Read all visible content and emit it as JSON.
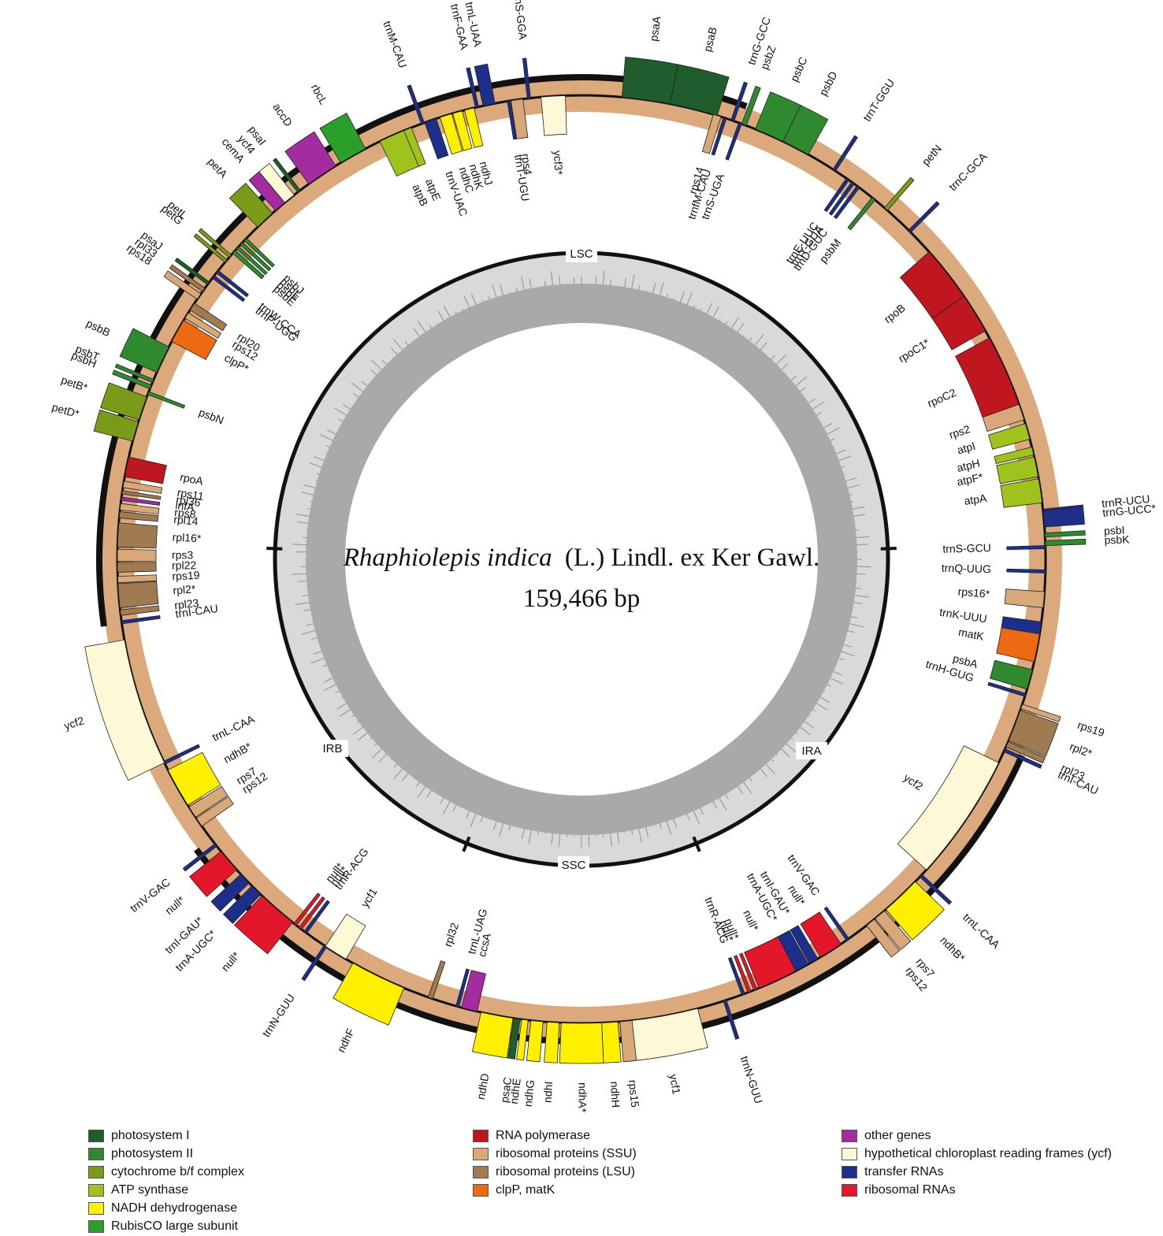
{
  "title": {
    "species": "Rhaphiolepis indica",
    "authority": "(L.) Lindl. ex Ker Gawl.",
    "size": "159,466 bp"
  },
  "regions": [
    "LSC",
    "IRA",
    "SSC",
    "IRB"
  ],
  "colors": {
    "ps1": "#1f5e2c",
    "ps2": "#2f8a2f",
    "cytb6f": "#7a9a1a",
    "atp": "#9fc21c",
    "ndh": "#fff000",
    "rbcl": "#2aa02a",
    "rpo": "#c0161f",
    "ssu": "#d9a878",
    "lsu": "#a07a50",
    "clp": "#ee6a12",
    "other": "#a52ba0",
    "ycf": "#fff8d6",
    "trna": "#1d2f8a",
    "rrna": "#e4162a",
    "backbone": "#dba97b"
  },
  "legend": {
    "col1": [
      {
        "label": "photosystem I",
        "color": "#1f5e2c"
      },
      {
        "label": "photosystem II",
        "color": "#2f8a2f"
      },
      {
        "label": "cytochrome b/f complex",
        "color": "#7a9a1a"
      },
      {
        "label": "ATP synthase",
        "color": "#9fc21c"
      },
      {
        "label": "NADH dehydrogenase",
        "color": "#fff000"
      },
      {
        "label": "RubisCO large subunit",
        "color": "#2aa02a"
      }
    ],
    "col2": [
      {
        "label": "RNA polymerase",
        "color": "#c0161f"
      },
      {
        "label": "ribosomal proteins (SSU)",
        "color": "#d9a878"
      },
      {
        "label": "ribosomal proteins (LSU)",
        "color": "#a07a50"
      },
      {
        "label": "clpP, matK",
        "color": "#ee6a12"
      }
    ],
    "col3": [
      {
        "label": "other genes",
        "color": "#a52ba0"
      },
      {
        "label": "hypothetical chloroplast reading frames (ycf)",
        "color": "#fff8d6"
      },
      {
        "label": "transfer RNAs",
        "color": "#1d2f8a"
      },
      {
        "label": "ribosomal RNAs",
        "color": "#e4162a"
      }
    ]
  },
  "genes": [
    {
      "label": "psaA",
      "angle": 8,
      "span": 6,
      "side": "out",
      "cat": "ps1"
    },
    {
      "label": "psaB",
      "angle": 14,
      "span": 6,
      "side": "out",
      "cat": "ps1"
    },
    {
      "label": "rps14",
      "angle": 17,
      "span": 1,
      "side": "in",
      "cat": "ssu"
    },
    {
      "label": "trnfM-CAU",
      "angle": 18,
      "span": 0.4,
      "side": "in",
      "cat": "trna"
    },
    {
      "label": "trnS-UGA",
      "angle": 20,
      "span": 0.4,
      "side": "in",
      "cat": "trna"
    },
    {
      "label": "trnG-GCC",
      "angle": 19,
      "span": 0.4,
      "side": "out",
      "cat": "trna"
    },
    {
      "label": "psbZ",
      "angle": 20.5,
      "span": 0.6,
      "side": "out",
      "cat": "ps2"
    },
    {
      "label": "psbC",
      "angle": 24,
      "span": 4,
      "side": "out",
      "cat": "ps2"
    },
    {
      "label": "psbD",
      "angle": 27.5,
      "span": 3.5,
      "side": "out",
      "cat": "ps2"
    },
    {
      "label": "trnT-GGU",
      "angle": 33,
      "span": 0.4,
      "side": "out",
      "cat": "trna"
    },
    {
      "label": "trnE-UUC",
      "angle": 35,
      "span": 0.4,
      "side": "in",
      "cat": "trna"
    },
    {
      "label": "trnY-GUA",
      "angle": 35.8,
      "span": 0.4,
      "side": "in",
      "cat": "trna"
    },
    {
      "label": "trnD-GUC",
      "angle": 36.6,
      "span": 0.4,
      "side": "in",
      "cat": "trna"
    },
    {
      "label": "psbM",
      "angle": 39,
      "span": 0.5,
      "side": "in",
      "cat": "ps2"
    },
    {
      "label": "petN",
      "angle": 41,
      "span": 0.5,
      "side": "out",
      "cat": "cytb6f"
    },
    {
      "label": "trnC-GCA",
      "angle": 45,
      "span": 0.4,
      "side": "out",
      "cat": "trna"
    },
    {
      "label": "rpoB",
      "angle": 52,
      "span": 7,
      "side": "in",
      "cat": "rpo"
    },
    {
      "label": "rpoC1*",
      "angle": 58,
      "span": 5,
      "side": "in",
      "cat": "rpo"
    },
    {
      "label": "rpoC2",
      "angle": 66,
      "span": 9,
      "side": "in",
      "cat": "rpo"
    },
    {
      "label": "rps2",
      "angle": 71.5,
      "span": 2,
      "side": "in",
      "cat": "ssu"
    },
    {
      "label": "atpI",
      "angle": 74,
      "span": 2,
      "side": "in",
      "cat": "atp"
    },
    {
      "label": "atpH",
      "angle": 76.5,
      "span": 1,
      "side": "in",
      "cat": "atp"
    },
    {
      "label": "atpF*",
      "angle": 78.5,
      "span": 2.5,
      "side": "in",
      "cat": "atp"
    },
    {
      "label": "atpA",
      "angle": 81.5,
      "span": 3,
      "side": "in",
      "cat": "atp"
    },
    {
      "label": "trnR-UCU",
      "angle": 84,
      "span": 0.4,
      "side": "out",
      "cat": "trna"
    },
    {
      "label": "trnG-UCC*",
      "angle": 85,
      "span": 2,
      "side": "out",
      "cat": "trna"
    },
    {
      "label": "psbI",
      "angle": 87,
      "span": 0.5,
      "side": "out",
      "cat": "ps2"
    },
    {
      "label": "psbK",
      "angle": 88,
      "span": 0.6,
      "side": "out",
      "cat": "ps2"
    },
    {
      "label": "trnS-GCU",
      "angle": 88.5,
      "span": 0.4,
      "side": "in",
      "cat": "trna"
    },
    {
      "label": "trnQ-UUG",
      "angle": 91.5,
      "span": 0.4,
      "side": "in",
      "cat": "trna"
    },
    {
      "label": "rps16*",
      "angle": 95,
      "span": 2,
      "side": "in",
      "cat": "ssu"
    },
    {
      "label": "trnK-UUU",
      "angle": 98.5,
      "span": 1.5,
      "side": "in",
      "cat": "trna"
    },
    {
      "label": "matK",
      "angle": 101,
      "span": 3.5,
      "side": "in",
      "cat": "clp"
    },
    {
      "label": "psbA",
      "angle": 105,
      "span": 2.5,
      "side": "in",
      "cat": "ps2"
    },
    {
      "label": "trnH-GUG",
      "angle": 107,
      "span": 0.4,
      "side": "in",
      "cat": "trna"
    },
    {
      "label": "rps19",
      "angle": 108.5,
      "span": 0.6,
      "side": "out",
      "cat": "ssu"
    },
    {
      "label": "rpl2*",
      "angle": 111,
      "span": 4,
      "side": "out",
      "cat": "lsu"
    },
    {
      "label": "rpl23",
      "angle": 113.5,
      "span": 0.7,
      "side": "out",
      "cat": "lsu"
    },
    {
      "label": "trnI-CAU",
      "angle": 114.3,
      "span": 0.4,
      "side": "out",
      "cat": "trna"
    },
    {
      "label": "ycf2",
      "angle": 124,
      "span": 16,
      "side": "in",
      "cat": "ycf"
    },
    {
      "label": "trnL-CAA",
      "angle": 133,
      "span": 0.4,
      "side": "out",
      "cat": "trna"
    },
    {
      "label": "ndhB*",
      "angle": 136.5,
      "span": 5,
      "side": "out",
      "cat": "ndh"
    },
    {
      "label": "rps7",
      "angle": 140,
      "span": 1.5,
      "side": "out",
      "cat": "ssu"
    },
    {
      "label": "rps12",
      "angle": 141.5,
      "span": 1.2,
      "side": "out",
      "cat": "ssu"
    },
    {
      "label": "trnV-GAC",
      "angle": 145,
      "span": 0.4,
      "side": "in",
      "cat": "trna"
    },
    {
      "label": "null*",
      "angle": 147.5,
      "span": 3,
      "side": "in",
      "cat": "rrna"
    },
    {
      "label": "trnI-GAU*",
      "angle": 150,
      "span": 1.2,
      "side": "in",
      "cat": "trna"
    },
    {
      "label": "trnA-UGC*",
      "angle": 152,
      "span": 2.5,
      "side": "in",
      "cat": "trna"
    },
    {
      "label": "null*",
      "angle": 155,
      "span": 5,
      "side": "in",
      "cat": "rrna"
    },
    {
      "label": "null*",
      "angle": 158,
      "span": 0.4,
      "side": "in",
      "cat": "rrna"
    },
    {
      "label": "null*",
      "angle": 158.8,
      "span": 0.4,
      "side": "in",
      "cat": "rrna"
    },
    {
      "label": "trnR-ACG",
      "angle": 159.6,
      "span": 0.4,
      "side": "in",
      "cat": "trna"
    },
    {
      "label": "trnN-GUU",
      "angle": 162,
      "span": 0.4,
      "side": "out",
      "cat": "trna"
    },
    {
      "label": "ycf1",
      "angle": 170,
      "span": 9,
      "side": "out",
      "cat": "ycf"
    },
    {
      "label": "rps15",
      "angle": 174.5,
      "span": 1.5,
      "side": "out",
      "cat": "ssu"
    },
    {
      "label": "ndhH",
      "angle": 176.5,
      "span": 2,
      "side": "out",
      "cat": "ndh"
    },
    {
      "label": "ndhA*",
      "angle": 180,
      "span": 5,
      "side": "out",
      "cat": "ndh"
    },
    {
      "label": "ndhI",
      "angle": 183.5,
      "span": 1.5,
      "side": "out",
      "cat": "ndh"
    },
    {
      "label": "ndhG",
      "angle": 185.5,
      "span": 1.5,
      "side": "out",
      "cat": "ndh"
    },
    {
      "label": "ndhE",
      "angle": 187,
      "span": 0.8,
      "side": "out",
      "cat": "ndh"
    },
    {
      "label": "psaC",
      "angle": 188,
      "span": 0.8,
      "side": "out",
      "cat": "ps1"
    },
    {
      "label": "ndhD",
      "angle": 190.5,
      "span": 4,
      "side": "out",
      "cat": "ndh"
    },
    {
      "label": "ccsA",
      "angle": 194,
      "span": 2,
      "side": "in",
      "cat": "other"
    },
    {
      "label": "trnL-UAG",
      "angle": 195.5,
      "span": 0.4,
      "side": "in",
      "cat": "trna"
    },
    {
      "label": "rpl32",
      "angle": 199,
      "span": 0.6,
      "side": "in",
      "cat": "lsu"
    },
    {
      "label": "ndhF",
      "angle": 206,
      "span": 7,
      "side": "out",
      "cat": "ndh"
    },
    {
      "label": "ycf1",
      "angle": 212,
      "span": 3,
      "side": "in",
      "cat": "ycf"
    },
    {
      "label": "trnN-GUU",
      "angle": 213.5,
      "span": 0.4,
      "side": "out",
      "cat": "trna"
    },
    {
      "label": "trnR-ACG",
      "angle": 216.5,
      "span": 0.4,
      "side": "in",
      "cat": "trna"
    },
    {
      "label": "null*",
      "angle": 217.3,
      "span": 0.4,
      "side": "in",
      "cat": "rrna"
    },
    {
      "label": "null*",
      "angle": 218.1,
      "span": 0.4,
      "side": "in",
      "cat": "rrna"
    },
    {
      "label": "null*",
      "angle": 221,
      "span": 5,
      "side": "out",
      "cat": "rrna"
    },
    {
      "label": "trnA-UGC*",
      "angle": 224.5,
      "span": 1.5,
      "side": "out",
      "cat": "trna"
    },
    {
      "label": "trnI-GAU*",
      "angle": 226.5,
      "span": 1.5,
      "side": "out",
      "cat": "trna"
    },
    {
      "label": "null*",
      "angle": 229.5,
      "span": 3,
      "side": "out",
      "cat": "rrna"
    },
    {
      "label": "trnV-GAC",
      "angle": 232,
      "span": 0.4,
      "side": "out",
      "cat": "trna"
    },
    {
      "label": "rps12",
      "angle": 235.5,
      "span": 1.2,
      "side": "in",
      "cat": "ssu"
    },
    {
      "label": "rps7",
      "angle": 237,
      "span": 1.5,
      "side": "in",
      "cat": "ssu"
    },
    {
      "label": "ndhB*",
      "angle": 240.5,
      "span": 5,
      "side": "in",
      "cat": "ndh"
    },
    {
      "label": "trnL-CAA",
      "angle": 244,
      "span": 0.4,
      "side": "in",
      "cat": "trna"
    },
    {
      "label": "ycf2",
      "angle": 252,
      "span": 16,
      "side": "out",
      "cat": "ycf"
    },
    {
      "label": "trnI-CAU",
      "angle": 262.2,
      "span": 0.4,
      "side": "in",
      "cat": "trna"
    },
    {
      "label": "rpl23",
      "angle": 263.4,
      "span": 0.7,
      "side": "in",
      "cat": "lsu"
    },
    {
      "label": "rpl2*",
      "angle": 265.5,
      "span": 3,
      "side": "in",
      "cat": "lsu"
    },
    {
      "label": "rps19",
      "angle": 267.5,
      "span": 0.8,
      "side": "in",
      "cat": "ssu"
    },
    {
      "label": "rpl22",
      "angle": 269,
      "span": 1.2,
      "side": "in",
      "cat": "lsu"
    },
    {
      "label": "rps3",
      "angle": 270.5,
      "span": 1.5,
      "side": "in",
      "cat": "ssu"
    },
    {
      "label": "rpl16*",
      "angle": 273,
      "span": 3,
      "side": "in",
      "cat": "lsu"
    },
    {
      "label": "rpl14",
      "angle": 275.5,
      "span": 0.8,
      "side": "in",
      "cat": "lsu"
    },
    {
      "label": "rps8",
      "angle": 276.5,
      "span": 0.8,
      "side": "in",
      "cat": "ssu"
    },
    {
      "label": "infA",
      "angle": 277.5,
      "span": 0.4,
      "side": "in",
      "cat": "other"
    },
    {
      "label": "rpl36",
      "angle": 278.3,
      "span": 0.4,
      "side": "in",
      "cat": "lsu"
    },
    {
      "label": "rps11",
      "angle": 279.3,
      "span": 0.8,
      "side": "in",
      "cat": "ssu"
    },
    {
      "label": "rpoA",
      "angle": 281.5,
      "span": 2.5,
      "side": "in",
      "cat": "rpo"
    },
    {
      "label": "petD*",
      "angle": 286,
      "span": 2.5,
      "side": "out",
      "cat": "cytb6f"
    },
    {
      "label": "petB*",
      "angle": 289,
      "span": 3,
      "side": "out",
      "cat": "cytb6f"
    },
    {
      "label": "psbN",
      "angle": 291,
      "span": 0.4,
      "side": "in",
      "cat": "ps2"
    },
    {
      "label": "psbH",
      "angle": 291.8,
      "span": 0.5,
      "side": "out",
      "cat": "ps2"
    },
    {
      "label": "psbT",
      "angle": 292.6,
      "span": 0.4,
      "side": "out",
      "cat": "ps2"
    },
    {
      "label": "psbB",
      "angle": 295.5,
      "span": 3.5,
      "side": "out",
      "cat": "ps2"
    },
    {
      "label": "clpP*",
      "angle": 299.5,
      "span": 3,
      "side": "in",
      "cat": "clp"
    },
    {
      "label": "rps12",
      "angle": 301.7,
      "span": 0.8,
      "side": "in",
      "cat": "ssu"
    },
    {
      "label": "rpl20",
      "angle": 303,
      "span": 1,
      "side": "in",
      "cat": "lsu"
    },
    {
      "label": "rps18",
      "angle": 304.5,
      "span": 0.8,
      "side": "out",
      "cat": "ssu"
    },
    {
      "label": "rpl33",
      "angle": 305.5,
      "span": 0.5,
      "side": "out",
      "cat": "lsu"
    },
    {
      "label": "psaJ",
      "angle": 306.5,
      "span": 0.4,
      "side": "out",
      "cat": "ps1"
    },
    {
      "label": "trnP-UGG",
      "angle": 307.5,
      "span": 0.4,
      "side": "in",
      "cat": "trna"
    },
    {
      "label": "trnW-CCA",
      "angle": 308.3,
      "span": 0.4,
      "side": "in",
      "cat": "trna"
    },
    {
      "label": "petG",
      "angle": 310,
      "span": 0.4,
      "side": "out",
      "cat": "cytb6f"
    },
    {
      "label": "petL",
      "angle": 310.8,
      "span": 0.4,
      "side": "out",
      "cat": "cytb6f"
    },
    {
      "label": "psbE",
      "angle": 311.5,
      "span": 0.5,
      "side": "in",
      "cat": "ps2"
    },
    {
      "label": "psbF",
      "angle": 312.2,
      "span": 0.4,
      "side": "in",
      "cat": "ps2"
    },
    {
      "label": "psbL",
      "angle": 312.9,
      "span": 0.4,
      "side": "in",
      "cat": "ps2"
    },
    {
      "label": "psbJ",
      "angle": 313.6,
      "span": 0.4,
      "side": "in",
      "cat": "ps2"
    },
    {
      "label": "petA",
      "angle": 317,
      "span": 2.5,
      "side": "out",
      "cat": "cytb6f"
    },
    {
      "label": "cemA",
      "angle": 319.5,
      "span": 1.5,
      "side": "out",
      "cat": "other"
    },
    {
      "label": "ycf4",
      "angle": 321,
      "span": 1.5,
      "side": "out",
      "cat": "ycf"
    },
    {
      "label": "psaI",
      "angle": 322.5,
      "span": 0.4,
      "side": "out",
      "cat": "ps1"
    },
    {
      "label": "accD",
      "angle": 326,
      "span": 4,
      "side": "out",
      "cat": "other"
    },
    {
      "label": "rbcL",
      "angle": 330.5,
      "span": 3.5,
      "side": "out",
      "cat": "rbcl"
    },
    {
      "label": "atpB",
      "angle": 336,
      "span": 3.5,
      "side": "in",
      "cat": "atp"
    },
    {
      "label": "atpE",
      "angle": 338,
      "span": 1,
      "side": "in",
      "cat": "atp"
    },
    {
      "label": "trnM-CAU",
      "angle": 340,
      "span": 0.4,
      "side": "out",
      "cat": "trna"
    },
    {
      "label": "trnV-UAC",
      "angle": 341,
      "span": 1.5,
      "side": "in",
      "cat": "trna"
    },
    {
      "label": "ndhC",
      "angle": 343,
      "span": 1.5,
      "side": "in",
      "cat": "ndh"
    },
    {
      "label": "ndhK",
      "angle": 344.5,
      "span": 1.2,
      "side": "in",
      "cat": "ndh"
    },
    {
      "label": "ndhJ",
      "angle": 346,
      "span": 1.2,
      "side": "in",
      "cat": "ndh"
    },
    {
      "label": "trnF-GAA",
      "angle": 347,
      "span": 0.4,
      "side": "out",
      "cat": "trna"
    },
    {
      "label": "trnL-UAA",
      "angle": 348.5,
      "span": 1.5,
      "side": "out",
      "cat": "trna"
    },
    {
      "label": "trnT-UGU",
      "angle": 351,
      "span": 0.4,
      "side": "in",
      "cat": "trna"
    },
    {
      "label": "rps4",
      "angle": 352,
      "span": 1.5,
      "side": "in",
      "cat": "ssu"
    },
    {
      "label": "trnS-GGA",
      "angle": 353.5,
      "span": 0.4,
      "side": "out",
      "cat": "trna"
    },
    {
      "label": "ycf3*",
      "angle": 356.5,
      "span": 3,
      "side": "in",
      "cat": "ycf"
    }
  ],
  "ir_arcs": [
    [
      114,
      233
    ],
    [
      262,
      380
    ]
  ]
}
